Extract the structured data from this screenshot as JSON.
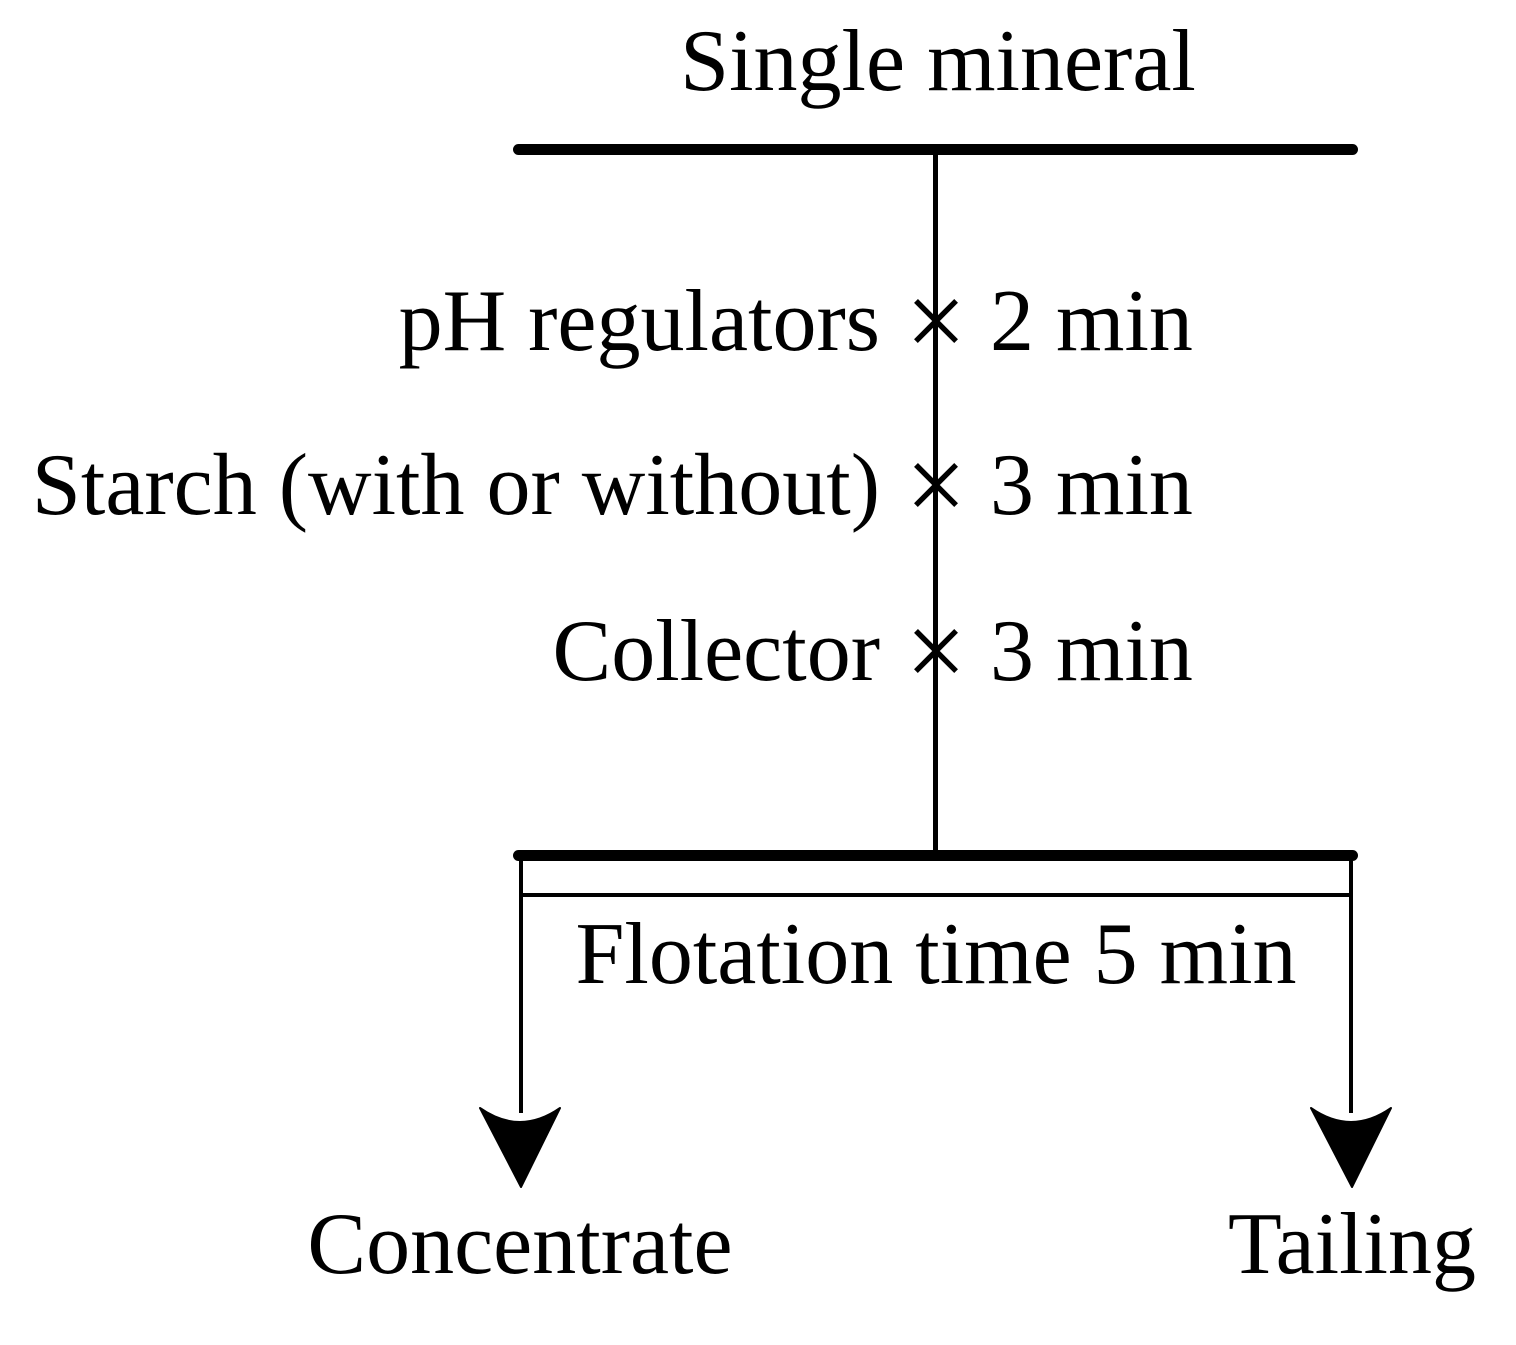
{
  "diagram": {
    "title": "Single mineral",
    "steps": [
      {
        "label": "pH regulators",
        "operator": "×",
        "duration": "2 min"
      },
      {
        "label": "Starch (with or without)",
        "operator": "×",
        "duration": "3 min"
      },
      {
        "label": "Collector",
        "operator": "×",
        "duration": "3 min"
      }
    ],
    "process_label": "Flotation time 5 min",
    "outputs": {
      "left": "Concentrate",
      "right": "Tailing"
    },
    "colors": {
      "ink": "#000000",
      "background": "#ffffff"
    }
  }
}
